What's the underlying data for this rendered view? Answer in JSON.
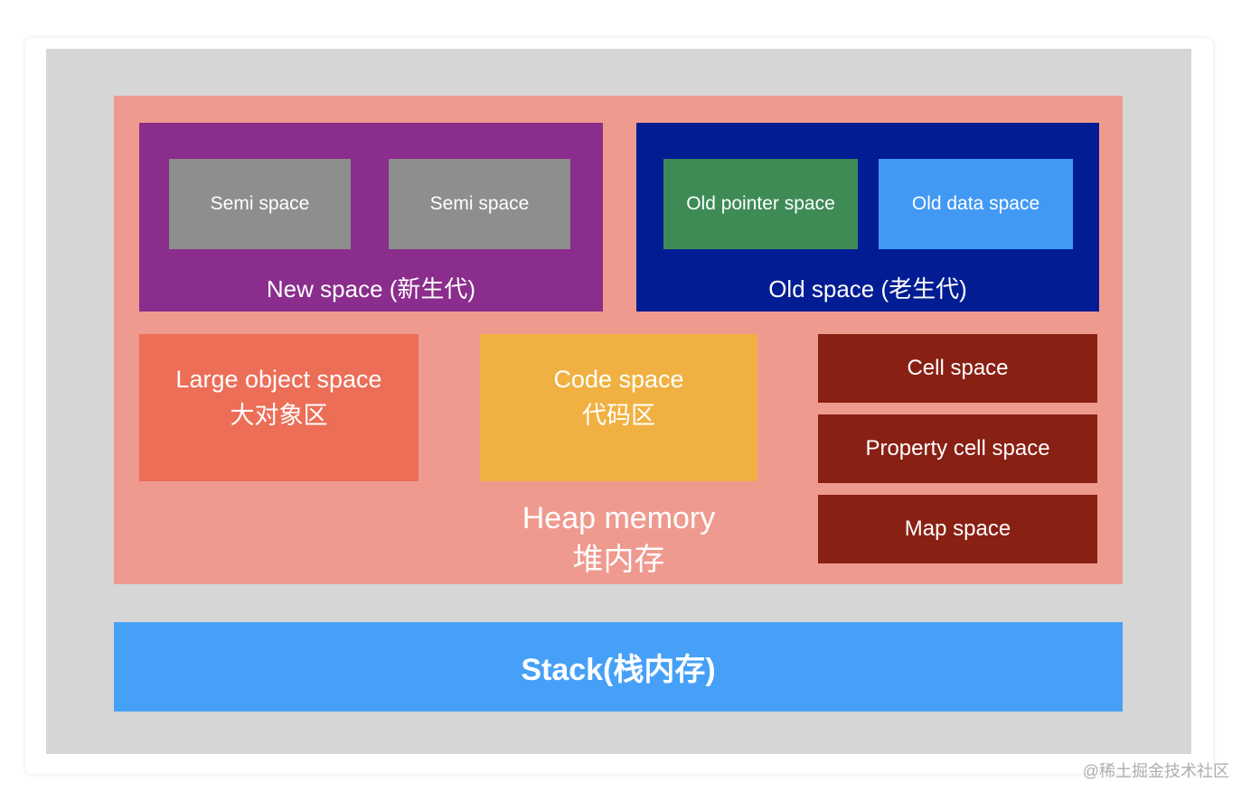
{
  "colors": {
    "outer_background": "#d6d6d6",
    "heap_background": "#ef9a8f",
    "new_space": "#8a2d8c",
    "semi_space": "#8e8e8e",
    "old_space": "#021d93",
    "old_pointer_space": "#3e8b56",
    "old_data_space": "#4299f4",
    "large_object_space": "#ec6e57",
    "code_space": "#f0b142",
    "cell_map_spaces": "#892014",
    "stack": "#46a0f7"
  },
  "diagram": {
    "new_space": {
      "label": "New space (新生代)",
      "children": [
        "Semi space",
        "Semi space"
      ]
    },
    "old_space": {
      "label": "Old space (老生代)",
      "children": [
        "Old pointer space",
        "Old data space"
      ]
    },
    "large_object_space": {
      "line1": "Large object space",
      "line2": "大对象区"
    },
    "code_space": {
      "line1": "Code space",
      "line2": "代码区"
    },
    "right_column": [
      "Cell space",
      "Property cell space",
      "Map space"
    ],
    "heap": {
      "line1": "Heap memory",
      "line2": "堆内存"
    },
    "stack": "Stack(栈内存)"
  },
  "watermark": "@稀土掘金技术社区"
}
